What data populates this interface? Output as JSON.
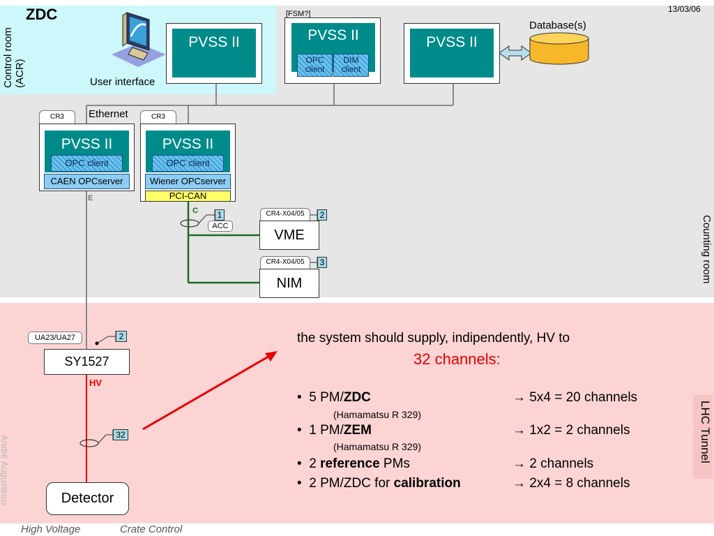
{
  "date": "13/03/06",
  "control_room": {
    "title": "ZDC",
    "label_line1": "Control room",
    "label_line2": "(ACR)",
    "user_interface": "User interface",
    "pvss": "PVSS II"
  },
  "fsm": {
    "tag": "[FSM?]",
    "pvss": "PVSS II",
    "opc_client": "OPC client",
    "dim_client": "DIM client"
  },
  "db": {
    "pvss": "PVSS II",
    "label": "Database(s)"
  },
  "counting_room": {
    "label": "Counting room",
    "ethernet": "Ethernet",
    "cr3_a": "CR3",
    "cr3_b": "CR3",
    "left_pvss": "PVSS II",
    "left_opc": "OPC client",
    "left_server": "CAEN OPCserver",
    "right_pvss": "PVSS II",
    "right_opc": "OPC client",
    "right_server": "Wiener OPCserver",
    "pci_can": "PCI-CAN",
    "e_label": "E",
    "c_label": "C",
    "acc": "ACC",
    "acc_num": "1",
    "vme_tag": "CR4-X04/05",
    "vme_num": "2",
    "vme": "VME",
    "nim_tag": "CR4-X04/05",
    "nim_num": "3",
    "nim": "NIM"
  },
  "tunnel": {
    "label": "LHC Tunnel",
    "ua_tag": "UA23/UA27",
    "ua_num": "2",
    "sy1527": "SY1527",
    "hv": "HV",
    "ch_num": "32",
    "detector": "Detector",
    "author": "André Augustinus"
  },
  "text": {
    "line1": "the system should supply, indipendently, HV to",
    "line2": "32 channels:",
    "b1_pre": "5 PM/",
    "b1_bold": "ZDC",
    "b1_sub": "(Hamamatsu R 329)",
    "b1_right": "→ 5x4 = 20 channels",
    "b2_pre": "1 PM/",
    "b2_bold": "ZEM",
    "b2_sub": "(Hamamatsu R 329)",
    "b2_right": "→ 1x2 = 2 channels",
    "b3_pre": "2 ",
    "b3_bold": "reference",
    "b3_post": " PMs",
    "b3_right": "→ 2 channels",
    "b4_pre": "2 PM/ZDC for ",
    "b4_bold": "calibration",
    "b4_right": "→ 2x4 = 8 channels"
  },
  "footer": {
    "left": "High Voltage",
    "right": "Crate Control"
  },
  "colors": {
    "control_room_bg": "#ccf7fb",
    "counting_room_bg": "#e6e6e6",
    "tunnel_bg": "#fcd4d4",
    "pvss_teal": "#008b8b",
    "red_accent": "#e60000",
    "can_green": "#1e6b1e"
  }
}
